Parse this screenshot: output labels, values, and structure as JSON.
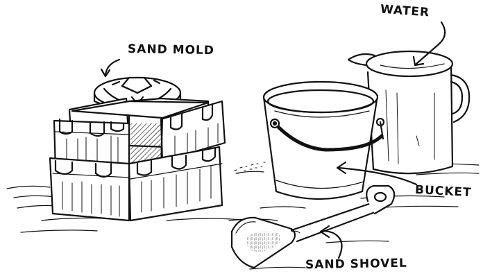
{
  "labels": {
    "water": "WATER",
    "sand_mold": "SAND MOLD",
    "bucket": "BUCKET",
    "sand_shovel": "SAND SHOVEL"
  },
  "colors": {
    "ink": "#111111",
    "paper": "#ffffff"
  }
}
